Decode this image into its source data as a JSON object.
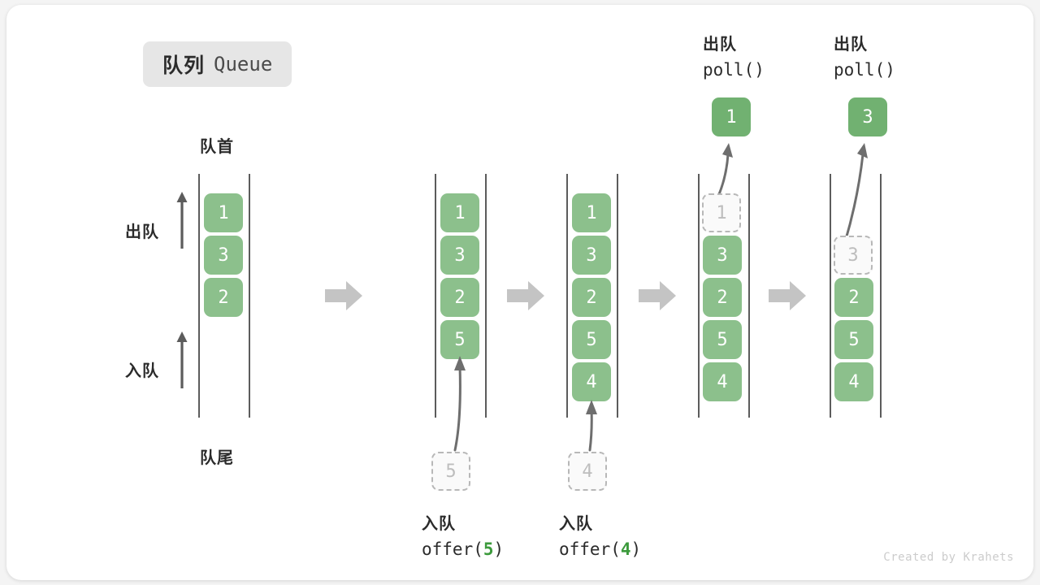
{
  "title": {
    "cn": "队列",
    "en": "Queue"
  },
  "credit": "Created by Krahets",
  "labels": {
    "head": "队首",
    "tail": "队尾",
    "dequeue": "出队",
    "enqueue": "入队",
    "poll_call": "poll()",
    "offer_5_prefix": "offer(",
    "offer_5_value": "5",
    "offer_5_suffix": ")",
    "offer_4_prefix": "offer(",
    "offer_4_value": "4",
    "offer_4_suffix": ")"
  },
  "colors": {
    "cell_fill": "#8cc08c",
    "cell_popped": "#71b171",
    "ghost_border": "#b8b8b8",
    "ghost_text": "#bdbdbd",
    "rail": "#5c5c5c",
    "block_arrow": "#c4c4c4",
    "badge_bg": "#e6e6e6",
    "accent_green": "#3c9a3c",
    "card_bg": "#ffffff",
    "page_bg": "#f4f4f4"
  },
  "panels": [
    {
      "id": "initial",
      "caption": "",
      "cells": [
        {
          "value": "1",
          "state": "filled"
        },
        {
          "value": "3",
          "state": "filled"
        },
        {
          "value": "2",
          "state": "filled"
        }
      ]
    },
    {
      "id": "after-offer-5",
      "caption": "入队 offer(5)",
      "incoming": "5",
      "cells": [
        {
          "value": "1",
          "state": "filled"
        },
        {
          "value": "3",
          "state": "filled"
        },
        {
          "value": "2",
          "state": "filled"
        },
        {
          "value": "5",
          "state": "filled"
        }
      ]
    },
    {
      "id": "after-offer-4",
      "caption": "入队 offer(4)",
      "incoming": "4",
      "cells": [
        {
          "value": "1",
          "state": "filled"
        },
        {
          "value": "3",
          "state": "filled"
        },
        {
          "value": "2",
          "state": "filled"
        },
        {
          "value": "5",
          "state": "filled"
        },
        {
          "value": "4",
          "state": "filled"
        }
      ]
    },
    {
      "id": "after-poll-1",
      "caption": "出队 poll()",
      "popped": "1",
      "cells": [
        {
          "value": "1",
          "state": "ghost"
        },
        {
          "value": "3",
          "state": "filled"
        },
        {
          "value": "2",
          "state": "filled"
        },
        {
          "value": "5",
          "state": "filled"
        },
        {
          "value": "4",
          "state": "filled"
        }
      ]
    },
    {
      "id": "after-poll-3",
      "caption": "出队 poll()",
      "popped": "3",
      "cells": [
        {
          "value": "",
          "state": "empty"
        },
        {
          "value": "3",
          "state": "ghost"
        },
        {
          "value": "2",
          "state": "filled"
        },
        {
          "value": "5",
          "state": "filled"
        },
        {
          "value": "4",
          "state": "filled"
        }
      ]
    }
  ]
}
